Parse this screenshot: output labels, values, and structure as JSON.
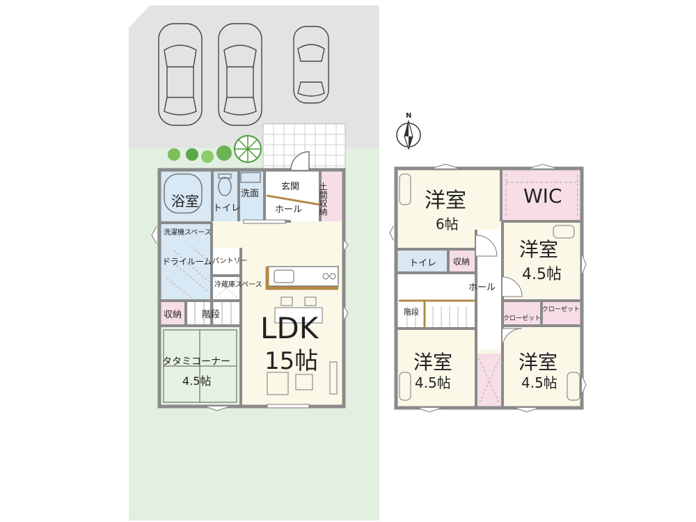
{
  "compass": {
    "north": "N"
  },
  "floor1": {
    "genkan": "玄関",
    "doma_storage": "土間収納",
    "hall": "ホール",
    "bath": "浴室",
    "toilet": "トイレ",
    "washroom": "洗面",
    "washer_space": "洗濯機スペース",
    "dry_room": "ドライルーム",
    "pantry": "パントリー",
    "fridge_space": "冷蔵庫スペース",
    "storage": "収納",
    "stairs": "階段",
    "ldk_name": "LDK",
    "ldk_size": "15帖",
    "tatami_name": "タタミコーナー",
    "tatami_size": "4.5帖"
  },
  "floor2": {
    "room_a_name": "洋室",
    "room_a_size": "6帖",
    "wic": "WIC",
    "room_b_name": "洋室",
    "room_b_size": "4.5帖",
    "toilet": "トイレ",
    "storage": "収納",
    "hall": "ホール",
    "stairs": "階段",
    "closet_a": "クローゼット",
    "closet_b": "クローゼット",
    "room_c_name": "洋室",
    "room_c_size": "4.5帖",
    "room_d_name": "洋室",
    "room_d_size": "4.5帖"
  },
  "colors": {
    "lot": "#e3e3e3",
    "garden": "#e3efe0",
    "room": "#fbf8e8",
    "wet": "#d8e8f4",
    "storage": "#f6dde6",
    "tatami": "#e6f2e2",
    "wall": "#8a8a8a",
    "hall": "#ffffff"
  }
}
